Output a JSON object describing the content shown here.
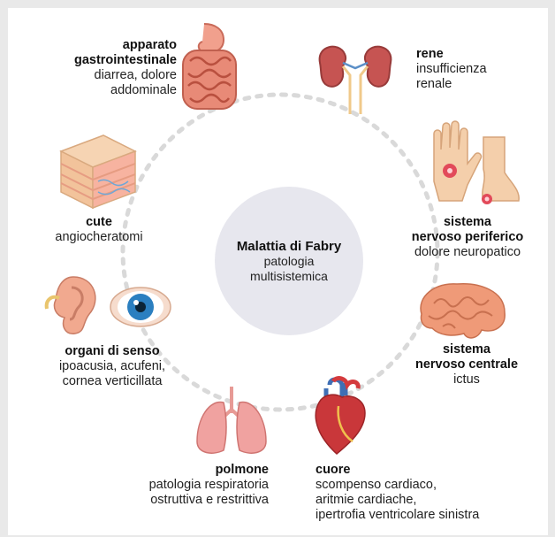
{
  "center": {
    "title": "Malattia di Fabry",
    "subtitle_1": "patologia",
    "subtitle_2": "multisistemica"
  },
  "organs": {
    "gi": {
      "name_1": "apparato",
      "name_2": "gastrointestinale",
      "desc_1": "diarrea, dolore",
      "desc_2": "addominale",
      "icon": "intestine-icon"
    },
    "kidney": {
      "name_1": "rene",
      "desc_1": "insufficienza",
      "desc_2": "renale",
      "icon": "kidneys-icon"
    },
    "skin": {
      "name_1": "cute",
      "desc_1": "angiocheratomi",
      "icon": "skin-layers-icon"
    },
    "pns": {
      "name_1": "sistema",
      "name_2": "nervoso periferico",
      "desc_1": "dolore neuropatico",
      "icon": "hand-foot-pain-icon"
    },
    "senses": {
      "name_1": "organi di senso",
      "desc_1": "ipoacusia, acufeni,",
      "desc_2": "cornea verticillata",
      "icon": "ear-eye-icon"
    },
    "cns": {
      "name_1": "sistema",
      "name_2": "nervoso centrale",
      "desc_1": "ictus",
      "icon": "brain-icon"
    },
    "lung": {
      "name_1": "polmone",
      "desc_1": "patologia respiratoria",
      "desc_2": "ostruttiva e restrittiva",
      "icon": "lungs-icon"
    },
    "heart": {
      "name_1": "cuore",
      "desc_1": "scompenso cardiaco,",
      "desc_2": "aritmie cardiache,",
      "desc_3": "ipertrofia ventricolare sinistra",
      "icon": "heart-icon"
    }
  },
  "colors": {
    "page_bg": "#e9e9e9",
    "card_bg": "#ffffff",
    "circle_fill": "#e7e7ee",
    "dots": "#d9d9d9",
    "organ_pink": "#e8937f",
    "organ_red": "#c9373a",
    "kidney": "#b34a4a",
    "skin": "#f3c9a1",
    "brain": "#ef9a78",
    "eye_blue": "#2b7fc0"
  }
}
